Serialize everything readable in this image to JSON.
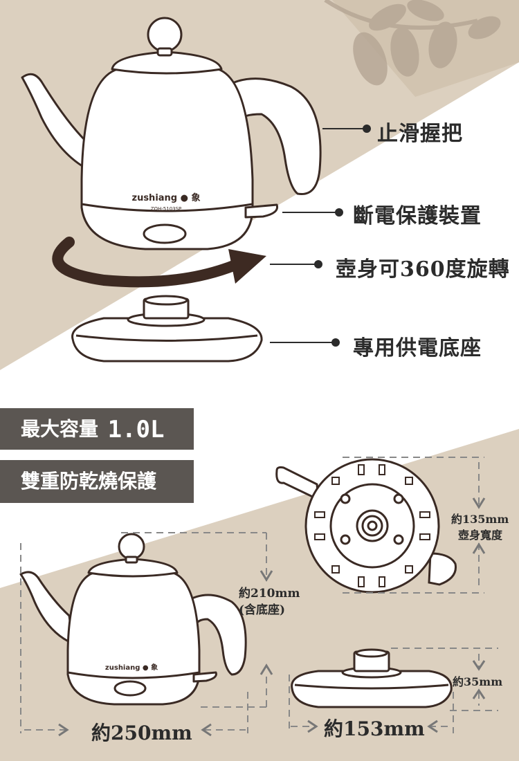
{
  "colors": {
    "bg_tan": "#dcd0bf",
    "badge_bg": "#5b5652",
    "arrow_brown": "#3d2a22",
    "outline": "#3a2a24",
    "dash": "#888888"
  },
  "features": {
    "handle": "止滑握把",
    "power_off": "斷電保護裝置",
    "rotate": "壺身可360度旋轉",
    "base": "專用供電底座"
  },
  "product": {
    "brand": "zushiang",
    "brand_cn": "日象",
    "model": "ZOH-5103SP"
  },
  "badges": {
    "capacity_label": "最大容量",
    "capacity_value": "1.0L",
    "protection": "雙重防乾燒保護"
  },
  "dimensions": {
    "body_width": "約135mm",
    "body_width_caption": "壺身寬度",
    "height": "約210mm",
    "height_caption": "(含底座)",
    "length": "約250mm",
    "base_height": "約35mm",
    "base_diameter": "約153mm"
  }
}
